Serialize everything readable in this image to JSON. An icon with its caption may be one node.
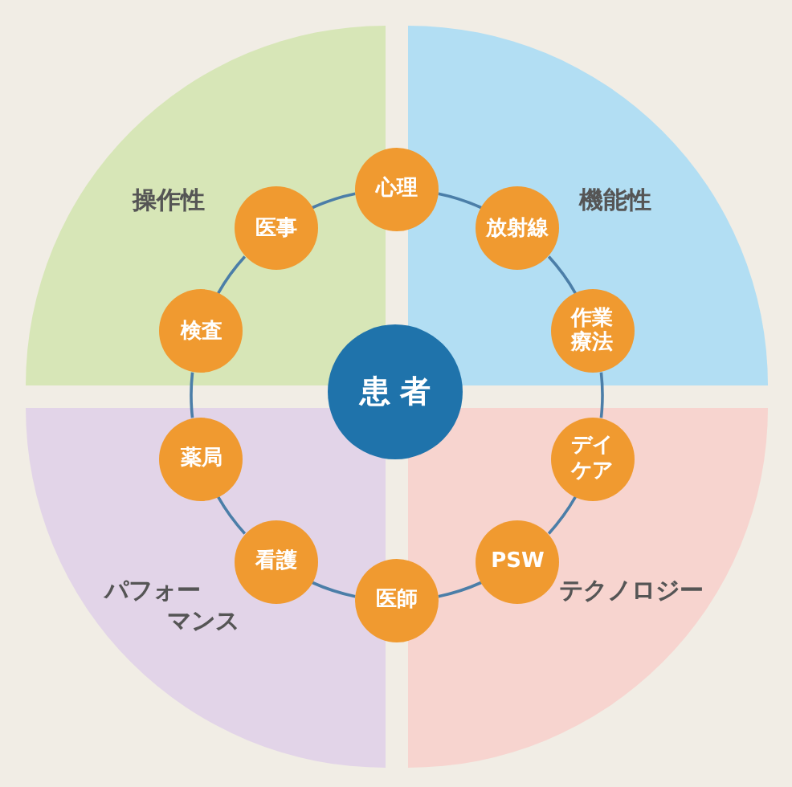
{
  "diagram": {
    "nodes": [
      {
        "text": [
          "操作性"
        ]
      },
      {
        "text": [
          "機能性"
        ]
      },
      {
        "text": [
          "パフォーマンス"
        ]
      },
      {
        "text": [
          "テクノロジー"
        ]
      },
      {
        "text": [
          "患者"
        ]
      },
      {
        "text": [
          "心理"
        ]
      },
      {
        "text": [
          "放射線"
        ],
        "in": 1
      },
      {
        "text": [
          "作業療法"
        ],
        "in": 1
      },
      {
        "text": [
          "デイケア"
        ],
        "in": 3
      },
      {
        "text": [
          "PSW"
        ],
        "in": 3
      },
      {
        "text": [
          "医師"
        ]
      },
      {
        "text": [
          "看護"
        ],
        "in": 2
      },
      {
        "text": [
          "薬局"
        ],
        "in": 2
      },
      {
        "text": [
          "検査"
        ],
        "in": 0
      },
      {
        "text": [
          "医事"
        ],
        "in": 0
      }
    ],
    "edges": [
      {
        "from": 5,
        "to": 6,
        "arrow": "none"
      },
      {
        "from": 6,
        "to": 7,
        "arrow": "none"
      },
      {
        "from": 7,
        "to": 8,
        "arrow": "none"
      },
      {
        "from": 8,
        "to": 9,
        "arrow": "none"
      },
      {
        "from": 9,
        "to": 10,
        "arrow": "none"
      },
      {
        "from": 10,
        "to": 11,
        "arrow": "none"
      },
      {
        "from": 11,
        "to": 12,
        "arrow": "none"
      },
      {
        "from": 12,
        "to": 13,
        "arrow": "none"
      },
      {
        "from": 13,
        "to": 14,
        "arrow": "none"
      },
      {
        "from": 14,
        "to": 5,
        "arrow": "none"
      }
    ]
  }
}
